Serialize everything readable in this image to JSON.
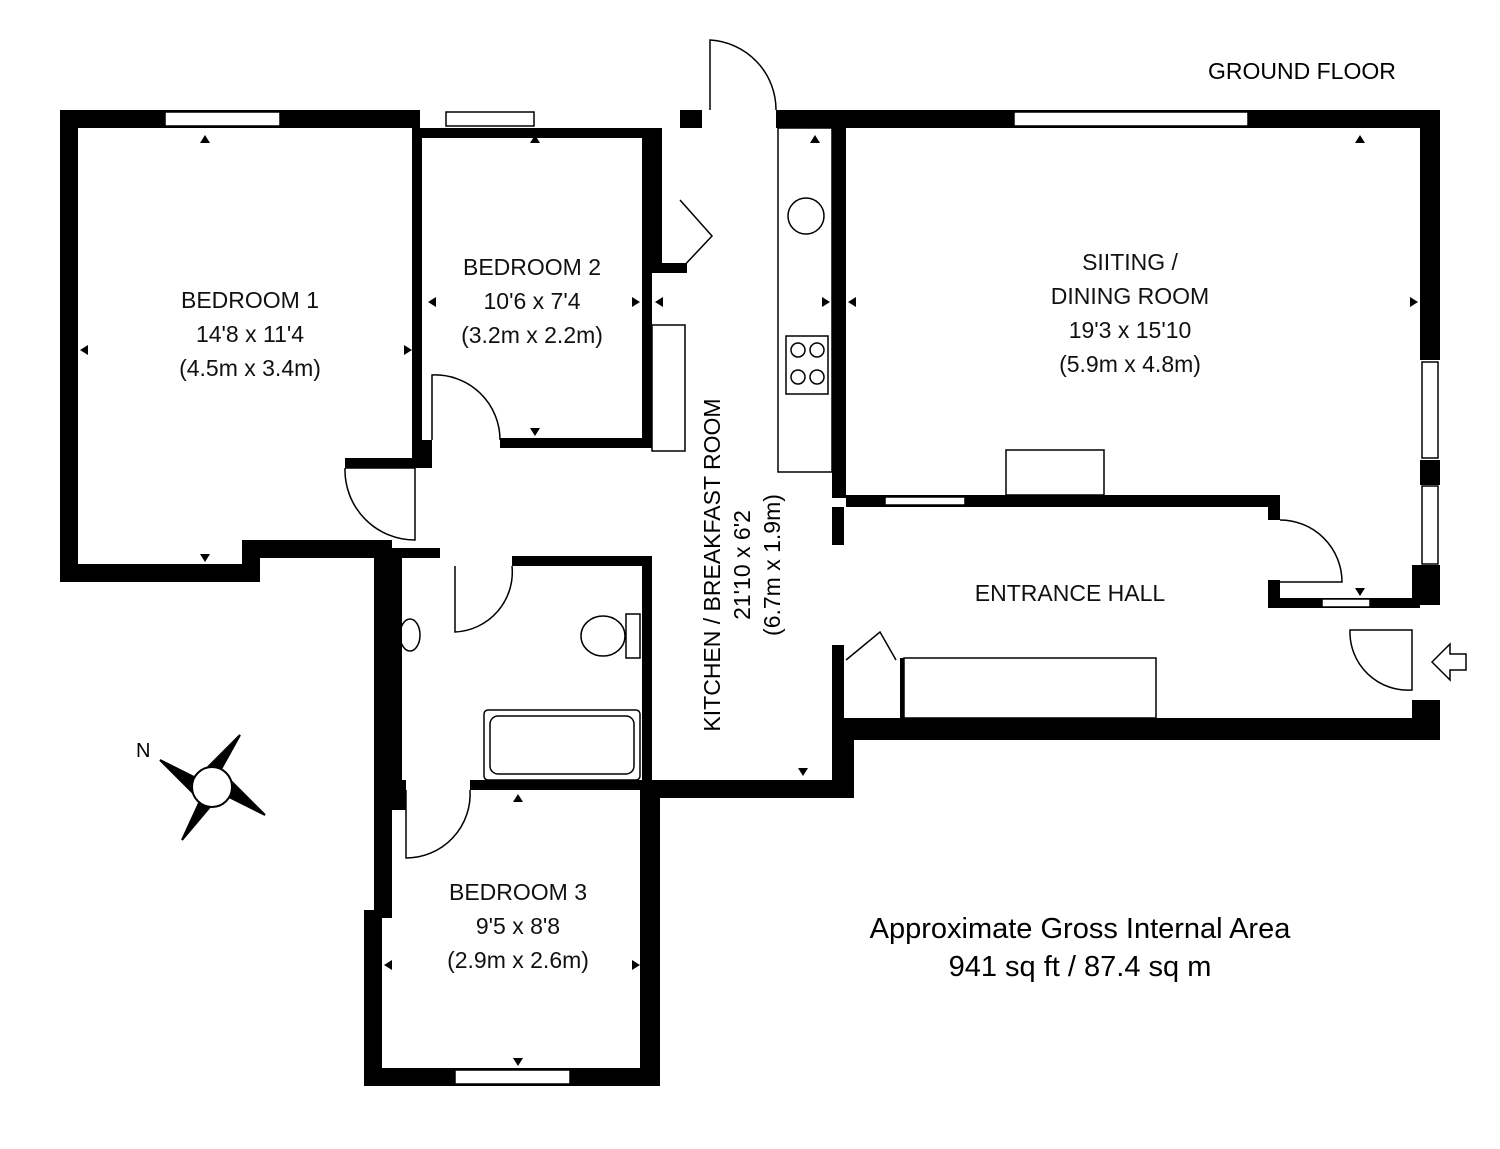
{
  "floor_label": "GROUND FLOOR",
  "rooms": {
    "bedroom1": {
      "name": "BEDROOM 1",
      "imperial": "14'8 x 11'4",
      "metric": "(4.5m x 3.4m)"
    },
    "bedroom2": {
      "name": "BEDROOM 2",
      "imperial": "10'6 x 7'4",
      "metric": "(3.2m x 2.2m)"
    },
    "bedroom3": {
      "name": "BEDROOM 3",
      "imperial": "9'5 x 8'8",
      "metric": "(2.9m x 2.6m)"
    },
    "sitting": {
      "name_line1": "SIITING /",
      "name_line2": "DINING ROOM",
      "imperial": "19'3 x 15'10",
      "metric": "(5.9m x 4.8m)"
    },
    "kitchen": {
      "name": "KITCHEN / BREAKFAST ROOM",
      "imperial": "21'10 x 6'2",
      "metric": "(6.7m x 1.9m)"
    },
    "hall": {
      "name": "ENTRANCE HALL"
    }
  },
  "area": {
    "title": "Approximate Gross Internal Area",
    "value": "941 sq ft / 87.4 sq m"
  },
  "compass": {
    "north_label": "N"
  },
  "icons": [
    "compass-rose-icon",
    "entrance-arrow-icon",
    "sink-icon",
    "hob-icon",
    "toilet-icon",
    "bath-icon",
    "basin-icon"
  ]
}
